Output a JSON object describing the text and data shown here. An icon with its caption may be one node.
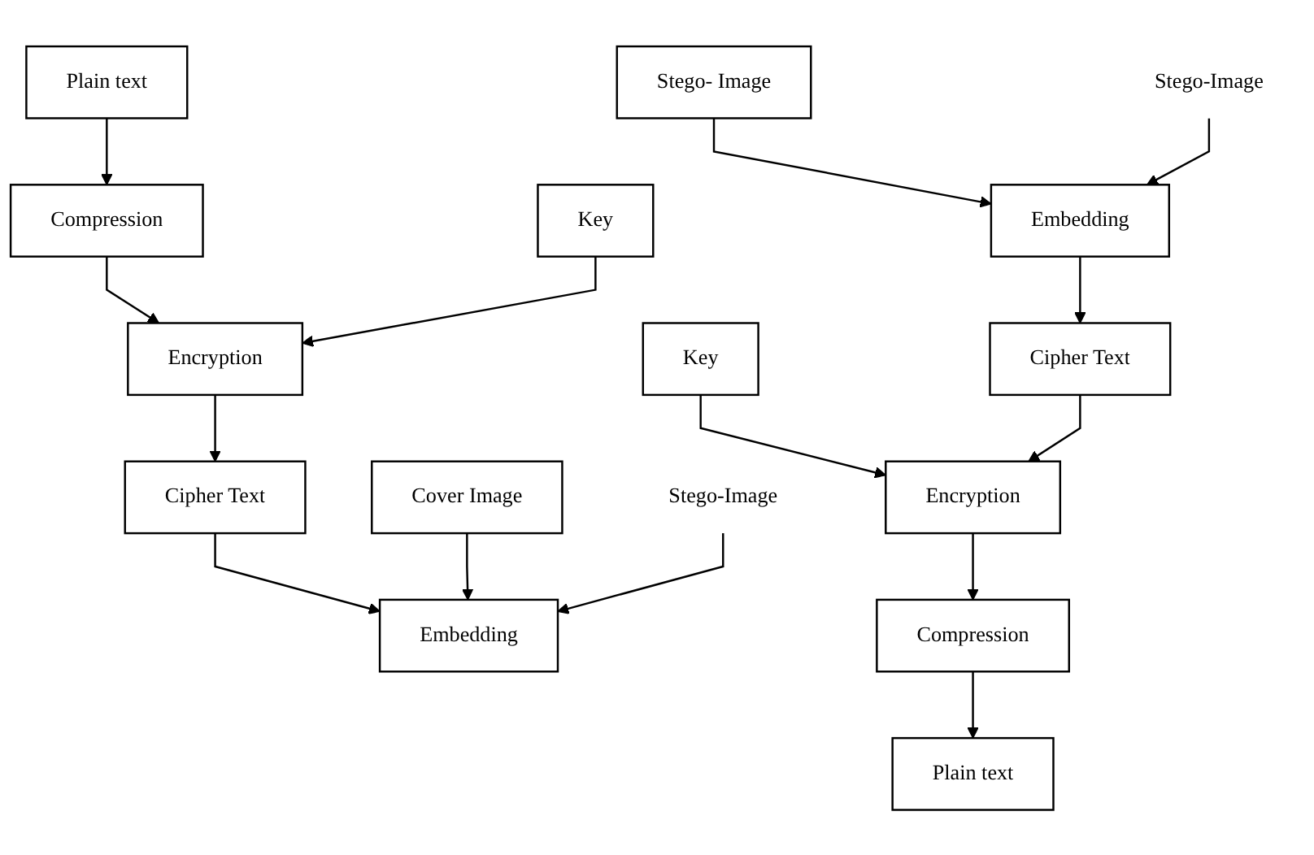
{
  "diagram": {
    "nodes": [
      {
        "text": [
          "Plain text"
        ]
      },
      {
        "text": [
          "Compression"
        ]
      },
      {
        "text": [
          "Encryption"
        ]
      },
      {
        "text": [
          "Key"
        ]
      },
      {
        "text": [
          "Cipher Text"
        ]
      },
      {
        "text": [
          "Cover Image"
        ]
      },
      {
        "text": [
          "Embedding"
        ]
      },
      {
        "text": [
          "Stego-Image"
        ]
      },
      {
        "text": [
          "Plain text"
        ]
      },
      {
        "text": [
          "Compression"
        ]
      },
      {
        "text": [
          "Encryption"
        ]
      },
      {
        "text": [
          "Key"
        ]
      },
      {
        "text": [
          "Cipher Text"
        ]
      },
      {
        "text": [
          "Stego- Image"
        ]
      },
      {
        "text": [
          "Embedding"
        ]
      },
      {
        "text": [
          "Stego-Image"
        ]
      }
    ],
    "edges": [
      {
        "from": 0,
        "to": 1,
        "arrow": "to"
      },
      {
        "from": 1,
        "to": 2,
        "arrow": "to"
      },
      {
        "from": 3,
        "to": 2,
        "arrow": "to"
      },
      {
        "from": 2,
        "to": 4,
        "arrow": "to"
      },
      {
        "from": 4,
        "to": 6,
        "arrow": "to"
      },
      {
        "from": 5,
        "to": 6,
        "arrow": "to"
      },
      {
        "from": 7,
        "to": 6,
        "arrow": "to"
      },
      {
        "from": 9,
        "to": 8,
        "arrow": "to"
      },
      {
        "from": 10,
        "to": 9,
        "arrow": "to"
      },
      {
        "from": 11,
        "to": 10,
        "arrow": "to"
      },
      {
        "from": 12,
        "to": 10,
        "arrow": "to"
      },
      {
        "from": 14,
        "to": 12,
        "arrow": "to"
      },
      {
        "from": 13,
        "to": 14,
        "arrow": "to"
      },
      {
        "from": 15,
        "to": 14,
        "arrow": "to"
      }
    ]
  }
}
